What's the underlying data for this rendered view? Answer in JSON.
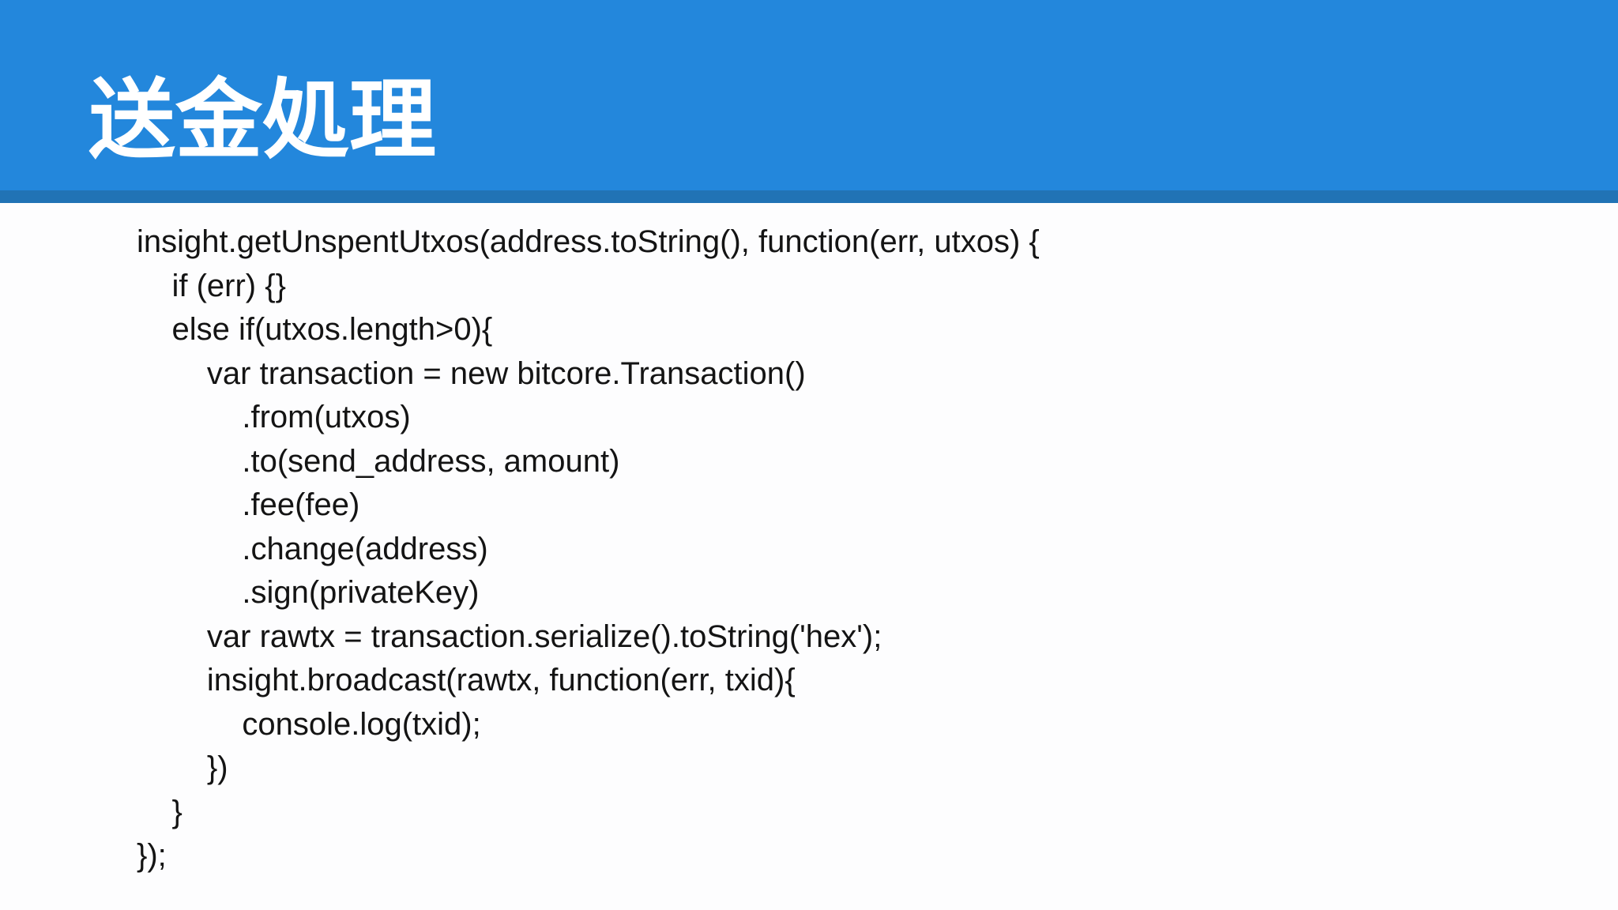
{
  "header": {
    "title": "送金処理"
  },
  "colors": {
    "header_bg": "#2387DC",
    "divider": "#2173B5",
    "title_color": "#FFFFFF",
    "page_bg": "#FDFDFE",
    "code_color": "#141414"
  },
  "code": {
    "language": "javascript",
    "lines": [
      "insight.getUnspentUtxos(address.toString(), function(err, utxos) {",
      "    if (err) {}",
      "    else if(utxos.length>0){",
      "        var transaction = new bitcore.Transaction()",
      "            .from(utxos)",
      "            .to(send_address, amount)",
      "            .fee(fee)",
      "            .change(address)",
      "            .sign(privateKey)",
      "        var rawtx = transaction.serialize().toString('hex');",
      "        insight.broadcast(rawtx, function(err, txid){",
      "            console.log(txid);",
      "        })",
      "    }",
      "});"
    ]
  }
}
